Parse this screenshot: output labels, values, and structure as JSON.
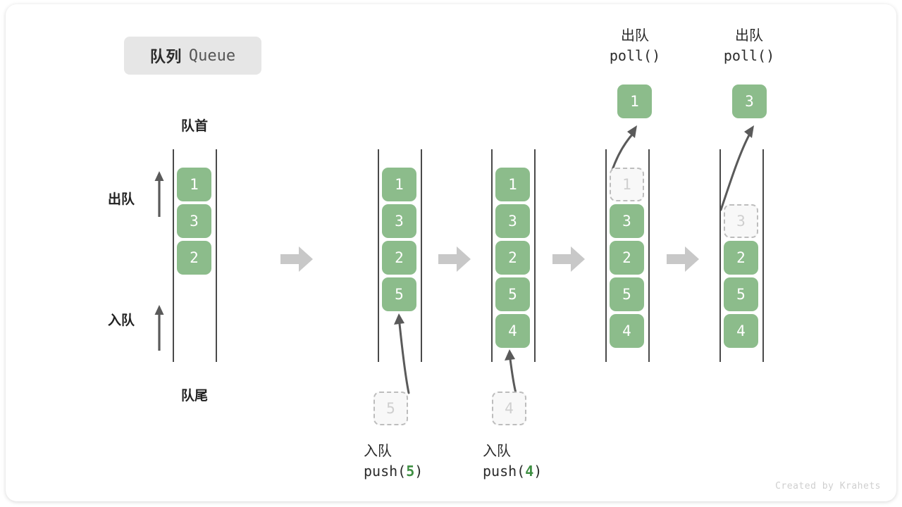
{
  "title": {
    "cn": "队列",
    "en": "Queue"
  },
  "labels": {
    "head": "队首",
    "tail": "队尾",
    "dequeue": "出队",
    "enqueue": "入队"
  },
  "colors": {
    "cell_fill": "#8cbc8b",
    "cell_text": "#ffffff",
    "ghost_fill": "#f8f8f8",
    "ghost_border": "#bdbdbd",
    "ghost_text": "#cfcfcf",
    "rail": "#4a4a4a",
    "step_arrow": "#c8c8c8",
    "accent_green": "#3f8f43",
    "chip_bg": "#e6e6e6"
  },
  "columns": [
    {
      "id": "initial",
      "cells": [
        "1",
        "3",
        "2"
      ],
      "ghost_index": null,
      "caption_cn": "",
      "caption_code": ""
    },
    {
      "id": "push5",
      "cells": [
        "1",
        "3",
        "2",
        "5"
      ],
      "ghost_index": null,
      "incoming_value": "5",
      "caption_cn": "入队",
      "caption_code_prefix": "push(",
      "caption_code_value": "5",
      "caption_code_suffix": ")"
    },
    {
      "id": "push4",
      "cells": [
        "1",
        "3",
        "2",
        "5",
        "4"
      ],
      "ghost_index": null,
      "incoming_value": "4",
      "caption_cn": "入队",
      "caption_code_prefix": "push(",
      "caption_code_value": "4",
      "caption_code_suffix": ")"
    },
    {
      "id": "poll1",
      "cells": [
        "1",
        "3",
        "2",
        "5",
        "4"
      ],
      "ghost_index": 0,
      "popped_value": "1",
      "top_cn": "出队",
      "top_code": "poll()"
    },
    {
      "id": "poll3",
      "cells": [
        "3",
        "2",
        "5",
        "4"
      ],
      "ghost_index": 0,
      "popped_value": "3",
      "top_cn": "出队",
      "top_code": "poll()"
    }
  ],
  "credit": "Created by Krahets"
}
